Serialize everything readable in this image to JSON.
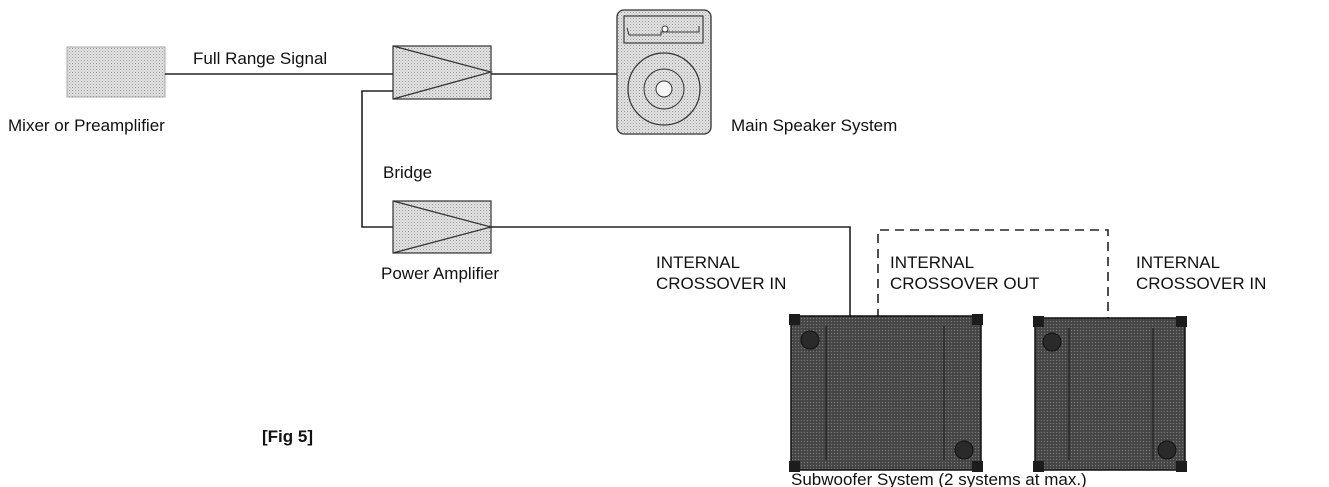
{
  "labels": {
    "full_range_signal": "Full Range Signal",
    "mixer": "Mixer or Preamplifier",
    "bridge": "Bridge",
    "main_speaker": "Main Speaker System",
    "power_amplifier": "Power Amplifier",
    "internal_1": "INTERNAL",
    "crossover_in_1": "CROSSOVER IN",
    "internal_2": "INTERNAL",
    "crossover_out": "CROSSOVER OUT",
    "internal_3": "INTERNAL",
    "crossover_in_2": "CROSSOVER IN",
    "fig": "[Fig 5]",
    "subwoofer": "Subwoofer System (2 systems at max.)"
  }
}
